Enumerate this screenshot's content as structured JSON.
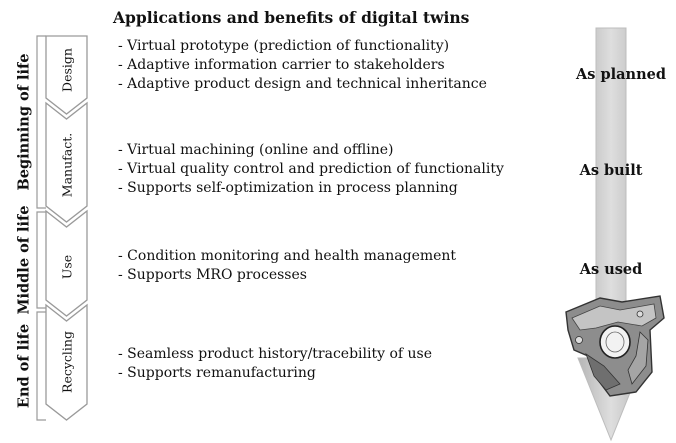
{
  "title": "Applications and benefits of digital twins",
  "phases": [
    {
      "label": "Beginning of life"
    },
    {
      "label": "Middle of life"
    },
    {
      "label": "End of life"
    }
  ],
  "stages": [
    {
      "label": "Design",
      "items": [
        "- Virtual prototype (prediction of functionality)",
        "- Adaptive information carrier to stakeholders",
        "- Adaptive product design and technical inheritance"
      ]
    },
    {
      "label": "Manufact.",
      "items": [
        "- Virtual machining (online and offline)",
        "- Virtual quality control and prediction of functionality",
        "- Supports self-optimization in process planning"
      ]
    },
    {
      "label": "Use",
      "items": [
        "- Condition monitoring and health management",
        "- Supports MRO processes"
      ]
    },
    {
      "label": "Recycling",
      "items": [
        "- Seamless product history/tracebility of use",
        "- Supports remanufacturing"
      ]
    }
  ],
  "states": [
    "As planned",
    "As built",
    "As used"
  ],
  "colors": {
    "arrow": "#c9c9c9",
    "chevron": "#9a9a9a",
    "text": "#111111"
  }
}
